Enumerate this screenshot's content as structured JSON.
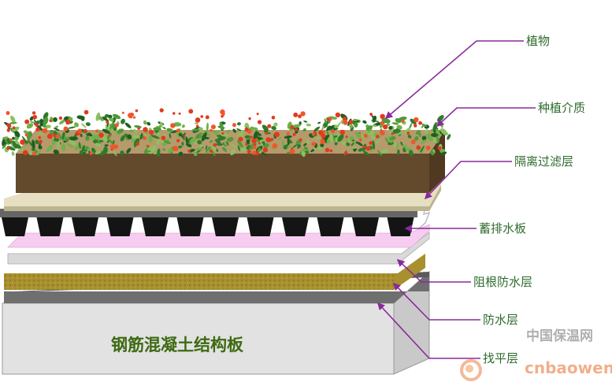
{
  "diagram": {
    "base_label": "钢筋混凝土结构板",
    "labels": {
      "plants": "植物",
      "growing_medium": "种植介质",
      "filter_layer": "隔离过滤层",
      "drainage_board": "蓄排水板",
      "root_barrier": "阻根防水层",
      "waterproof": "防水层",
      "leveling": "找平层"
    },
    "colors": {
      "soil": "#644a2c",
      "filter": "#e6dfc2",
      "drainage": "#141414",
      "root_barrier": "#f6cdf0",
      "light_layer": "#d9d9d9",
      "waterproof": "#a8902e",
      "leveling": "#6f6f6f",
      "concrete": "#e2e2e2",
      "leader": "#8a2a9a",
      "label_text": "#2e6b2e"
    }
  },
  "watermark": {
    "cn": "中国保温网",
    "en": "cnbaowen"
  }
}
